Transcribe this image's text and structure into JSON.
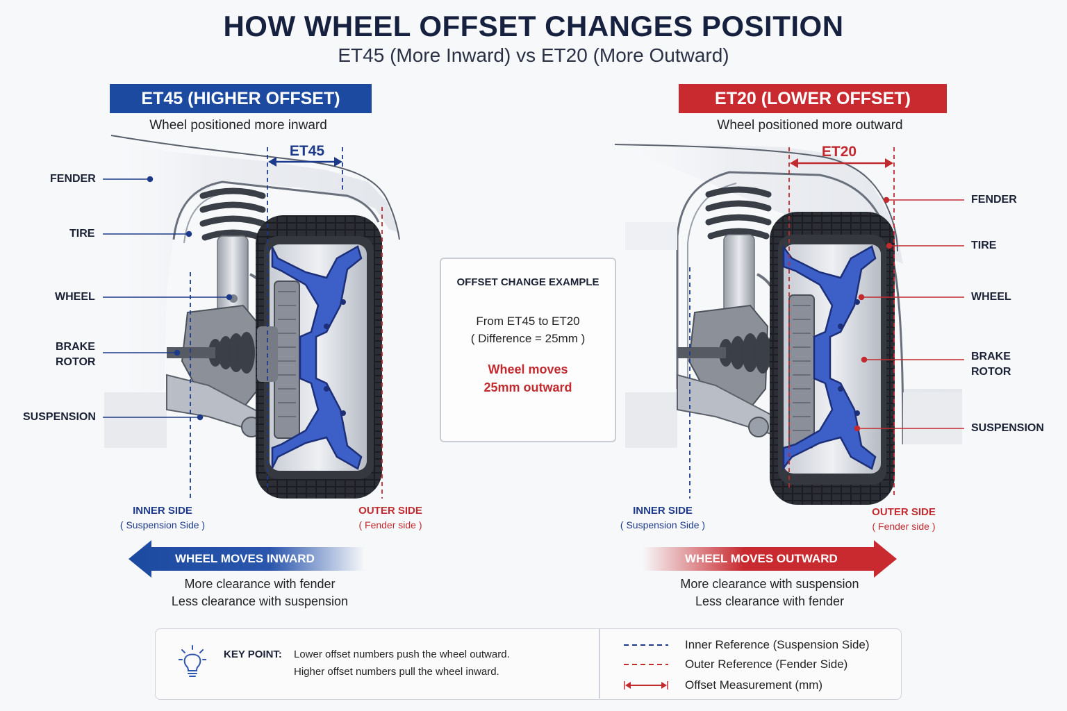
{
  "header": {
    "title": "HOW WHEEL OFFSET CHANGES POSITION",
    "subtitle": "ET45 (More Inward) vs ET20 (More Outward)"
  },
  "left": {
    "banner": "ET45 (HIGHER OFFSET)",
    "caption": "Wheel positioned more inward",
    "dimension_label": "ET45",
    "labels": {
      "fender": "FENDER",
      "tire": "TIRE",
      "wheel": "WHEEL",
      "brake_rotor_1": "BRAKE",
      "brake_rotor_2": "ROTOR",
      "suspension": "SUSPENSION"
    },
    "inner_side": "INNER SIDE",
    "inner_side_sub": "( Suspension Side )",
    "outer_side": "OUTER SIDE",
    "outer_side_sub": "( Fender side )",
    "move_banner": "WHEEL MOVES INWARD",
    "clearance_1": "More clearance with fender",
    "clearance_2": "Less clearance with suspension"
  },
  "right": {
    "banner": "ET20 (LOWER OFFSET)",
    "caption": "Wheel positioned more outward",
    "dimension_label": "ET20",
    "labels": {
      "fender": "FENDER",
      "tire": "TIRE",
      "wheel": "WHEEL",
      "brake_rotor_1": "BRAKE",
      "brake_rotor_2": "ROTOR",
      "suspension": "SUSPENSION"
    },
    "inner_side": "INNER SIDE",
    "inner_side_sub": "( Suspension Side )",
    "outer_side": "OUTER SIDE",
    "outer_side_sub": "( Fender side )",
    "move_banner": "WHEEL MOVES OUTWARD",
    "clearance_1": "More clearance with suspension",
    "clearance_2": "Less clearance with fender"
  },
  "center_box": {
    "title": "OFFSET CHANGE EXAMPLE",
    "line_1": "From ET45 to ET20",
    "line_2": "( Difference = 25mm )",
    "move_1": "Wheel moves",
    "move_2": "25mm outward"
  },
  "legend": {
    "key_label": "KEY POINT:",
    "key_line_1": "Lower offset numbers push the wheel outward.",
    "key_line_2": "Higher offset numbers pull the wheel inward.",
    "items": [
      {
        "label": "Inner Reference (Suspension Side)",
        "icon": "blue-dashed-line-icon"
      },
      {
        "label": "Outer Reference (Fender Side)",
        "icon": "red-dashed-line-icon"
      },
      {
        "label": "Offset Measurement (mm)",
        "icon": "red-dimension-arrow-icon"
      }
    ]
  },
  "colors": {
    "blue": "#1c4aa0",
    "red": "#c82a2f",
    "wheel_blue": "#3d5fc8",
    "tire": "#2a2d33"
  }
}
